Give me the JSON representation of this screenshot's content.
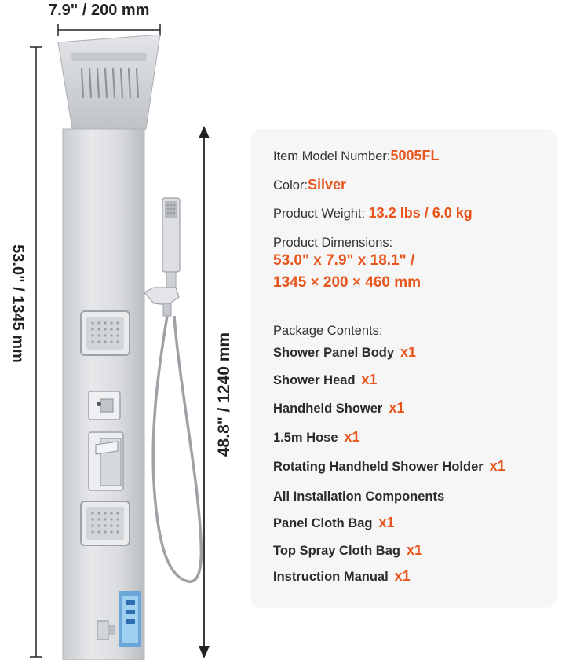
{
  "dimensions": {
    "width": "7.9\" / 200 mm",
    "height_total": "53.0\" / 1345 mm",
    "height_panel": "48.8\" / 1240 mm"
  },
  "specs": {
    "model_label": "Item Model Number:",
    "model_value": "5005FL",
    "color_label": "Color:",
    "color_value": "Silver",
    "weight_label": "Product Weight: ",
    "weight_value": "13.2 lbs / 6.0 kg",
    "dims_label": "Product Dimensions:",
    "dims_line1": "53.0\" x 7.9\" x 18.1\" /",
    "dims_line2": "1345 × 200 × 460 mm",
    "package_label": "Package Contents:"
  },
  "package_items": [
    {
      "name": "Shower Panel Body",
      "qty": "x1"
    },
    {
      "name": "Shower Head",
      "qty": "x1"
    },
    {
      "name": "Handheld Shower",
      "qty": "x1"
    },
    {
      "name": "1.5m Hose",
      "qty": "x1"
    },
    {
      "name": "Rotating Handheld Shower Holder",
      "qty": "x1"
    },
    {
      "name": "All Installation Components",
      "qty": ""
    },
    {
      "name": "Panel Cloth Bag",
      "qty": "x1"
    },
    {
      "name": "Top Spray Cloth Bag",
      "qty": "x1"
    },
    {
      "name": "Instruction Manual",
      "qty": "x1"
    }
  ],
  "colors": {
    "accent": "#e8551c",
    "card": "#f6f6f6",
    "steel": "#d6d8db"
  }
}
